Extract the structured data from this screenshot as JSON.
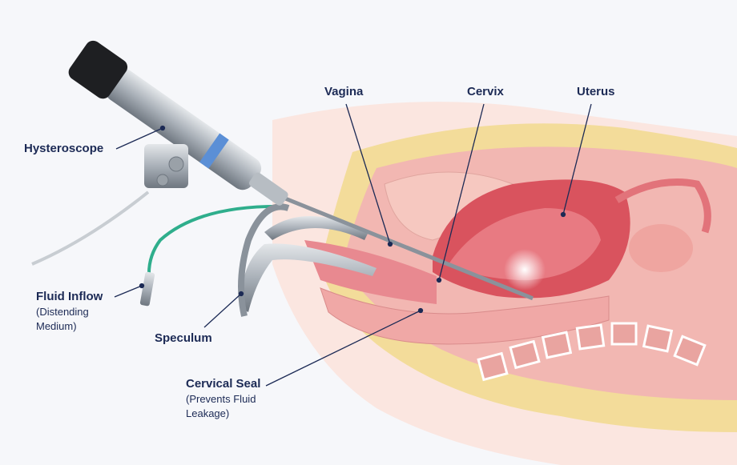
{
  "labels": {
    "vagina": "Vagina",
    "cervix": "Cervix",
    "uterus": "Uterus",
    "hysteroscope": "Hysteroscope",
    "fluid_inflow": "Fluid Inflow",
    "fluid_inflow_sub1": "(Distending",
    "fluid_inflow_sub2": "Medium)",
    "speculum": "Speculum",
    "cervical_seal": "Cervical Seal",
    "cervical_seal_sub1": "(Prevents Fluid",
    "cervical_seal_sub2": "Leakage)"
  },
  "colors": {
    "label": "#1c2a55",
    "tissue": "#e98a8f",
    "uterus": "#d9535e",
    "fat": "#f3dc9a",
    "tube": "#2fae8c",
    "steel": "#a9b0b8",
    "accent_band": "#5b8fd6"
  }
}
